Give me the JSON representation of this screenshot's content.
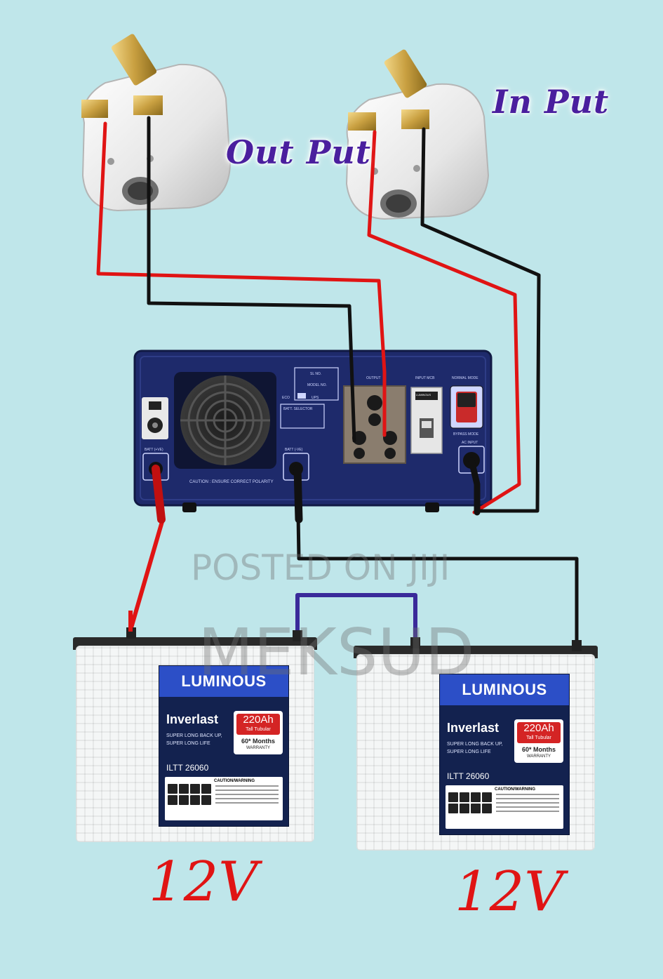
{
  "labels": {
    "output": "Out Put",
    "input": "In Put"
  },
  "batteries": [
    {
      "brand": "LUMINOUS",
      "model": "Inverlast",
      "tagline_1": "SUPER LONG BACK UP,",
      "tagline_2": "SUPER LONG LIFE",
      "capacity": "220Ah",
      "capacity_sub": "Tall Tubular",
      "warranty": "60* Months",
      "warranty_sub": "WARRANTY",
      "code": "ILTT 26060",
      "warning_title": "CAUTION/WARNING",
      "voltage": "12V"
    },
    {
      "brand": "LUMINOUS",
      "model": "Inverlast",
      "tagline_1": "SUPER LONG BACK UP,",
      "tagline_2": "SUPER LONG LIFE",
      "capacity": "220Ah",
      "capacity_sub": "Tall Tubular",
      "warranty": "60* Months",
      "warranty_sub": "WARRANTY",
      "code": "ILTT 26060",
      "warning_title": "CAUTION/WARNING",
      "voltage": "12V"
    }
  ],
  "inverter": {
    "output_label": "OUTPUT",
    "input_label": "INPUT MCB",
    "normal_mode": "NORMAL MODE",
    "bypass_mode": "BYPASS MODE",
    "batt_pos": "BATT (+VE)",
    "batt_neg": "BATT (-VE)",
    "ac_input": "AC INPUT",
    "batt_selector": "BATT. SELECTOR",
    "caution": "CAUTION : ENSURE CORRECT POLARITY",
    "sl_no": "SL NO.",
    "model_no": "MODEL NO.",
    "eco": "ECO",
    "ups": "UPS",
    "mcb_brand": "LUMINOUS"
  },
  "watermark": {
    "line1": "POSTED ON JIJI",
    "line2": "MEKSUD"
  },
  "colors": {
    "background": "#bfe6ea",
    "wire_positive": "#e01414",
    "wire_negative": "#111111",
    "wire_link": "#3a2a9a",
    "inverter_panel": "#1e2a6b",
    "label_text": "#4a1f9e"
  }
}
